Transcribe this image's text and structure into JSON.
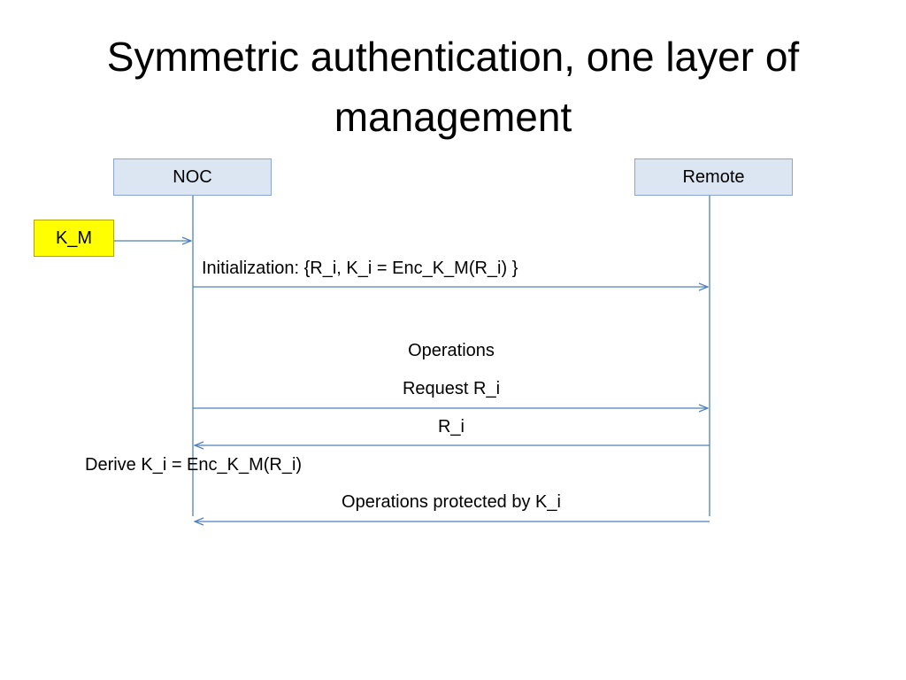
{
  "title": {
    "line1": "Symmetric authentication, one layer of",
    "line2": "management"
  },
  "actors": {
    "noc": "NOC",
    "remote": "Remote"
  },
  "key": {
    "label": "K_M"
  },
  "messages": {
    "initialization": "Initialization:   {R_i, K_i = Enc_K_M(R_i) }",
    "operations": "Operations",
    "request": "Request R_i",
    "response": "R_i",
    "derive": "Derive K_i = Enc_K_M(R_i)",
    "protected": "Operations protected by K_i"
  },
  "colors": {
    "actor_fill": "#dce6f2",
    "actor_border": "#8aa6cf",
    "key_fill": "#ffff00",
    "line": "#4f81bd"
  }
}
